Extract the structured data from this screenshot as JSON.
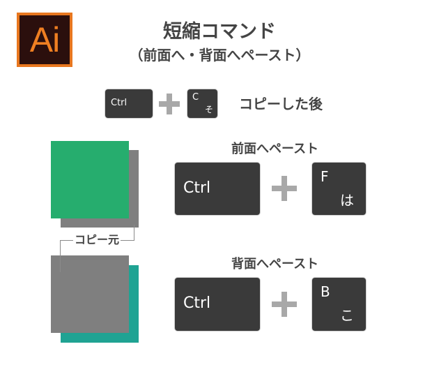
{
  "logo": {
    "text": "Ai",
    "icon": "adobe-illustrator-logo",
    "bg_color": "#2b0f0d",
    "accent_color": "#e8771f"
  },
  "header": {
    "title": "短縮コマンド",
    "subtitle": "（前面へ・背面へペースト）"
  },
  "copy_step": {
    "keys": [
      {
        "main": "Ctrl"
      },
      {
        "main": "C",
        "kana": "そ"
      }
    ],
    "plus_icon": "plus-icon",
    "caption": "コピーした後"
  },
  "illustration": {
    "source_label": "コピー元",
    "colors": {
      "green": "#26ad6e",
      "gray": "#7f7f7f",
      "teal": "#1fa393"
    }
  },
  "paste_front": {
    "caption": "前面へペースト",
    "keys": [
      {
        "main": "Ctrl"
      },
      {
        "main": "F",
        "kana": "は"
      }
    ]
  },
  "paste_back": {
    "caption": "背面へペースト",
    "keys": [
      {
        "main": "Ctrl"
      },
      {
        "main": "B",
        "kana": "こ"
      }
    ]
  },
  "colors": {
    "key_bg": "#3a3a3a",
    "plus": "#a8a8a8",
    "text": "#444444"
  }
}
